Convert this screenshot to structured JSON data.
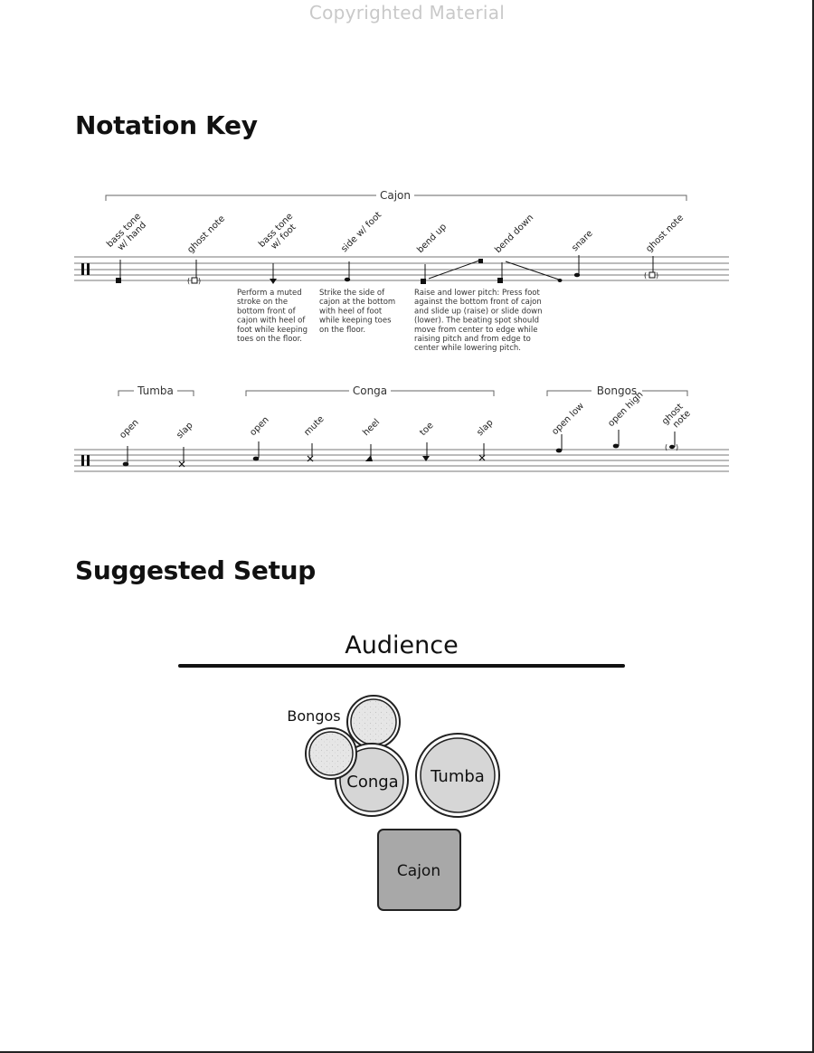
{
  "watermark": "Copyrighted Material",
  "headings": {
    "notation": "Notation Key",
    "setup": "Suggested Setup"
  },
  "staff1": {
    "group": "Cajon",
    "labels": [
      "bass tone w/ hand",
      "ghost note",
      "bass tone w/ foot",
      "side w/ foot",
      "bend up",
      "bend down",
      "snare",
      "ghost note"
    ],
    "notes": {
      "bass_foot": [
        "Perform a muted",
        "stroke on the",
        "bottom front of",
        "cajon with heel of",
        "foot while keeping",
        "toes on the floor."
      ],
      "side_foot": [
        "Strike the side of",
        "cajon at the bottom",
        "with heel of foot",
        "while keeping toes",
        "on the floor."
      ],
      "bend": [
        "Raise and lower pitch: Press foot",
        "against the bottom front of cajon",
        "and slide up (raise) or slide down",
        "(lower). The beating spot should",
        "move from center to edge while",
        "raising pitch and from edge to",
        "center while lowering pitch."
      ]
    }
  },
  "staff2": {
    "groups": [
      "Tumba",
      "Conga",
      "Bongos"
    ],
    "labels": [
      "open",
      "slap",
      "open",
      "mute",
      "heel",
      "toe",
      "slap",
      "open low",
      "open high",
      "ghost note"
    ]
  },
  "setup": {
    "audience": "Audience",
    "bongos": "Bongos",
    "conga": "Conga",
    "tumba": "Tumba",
    "cajon": "Cajon"
  }
}
